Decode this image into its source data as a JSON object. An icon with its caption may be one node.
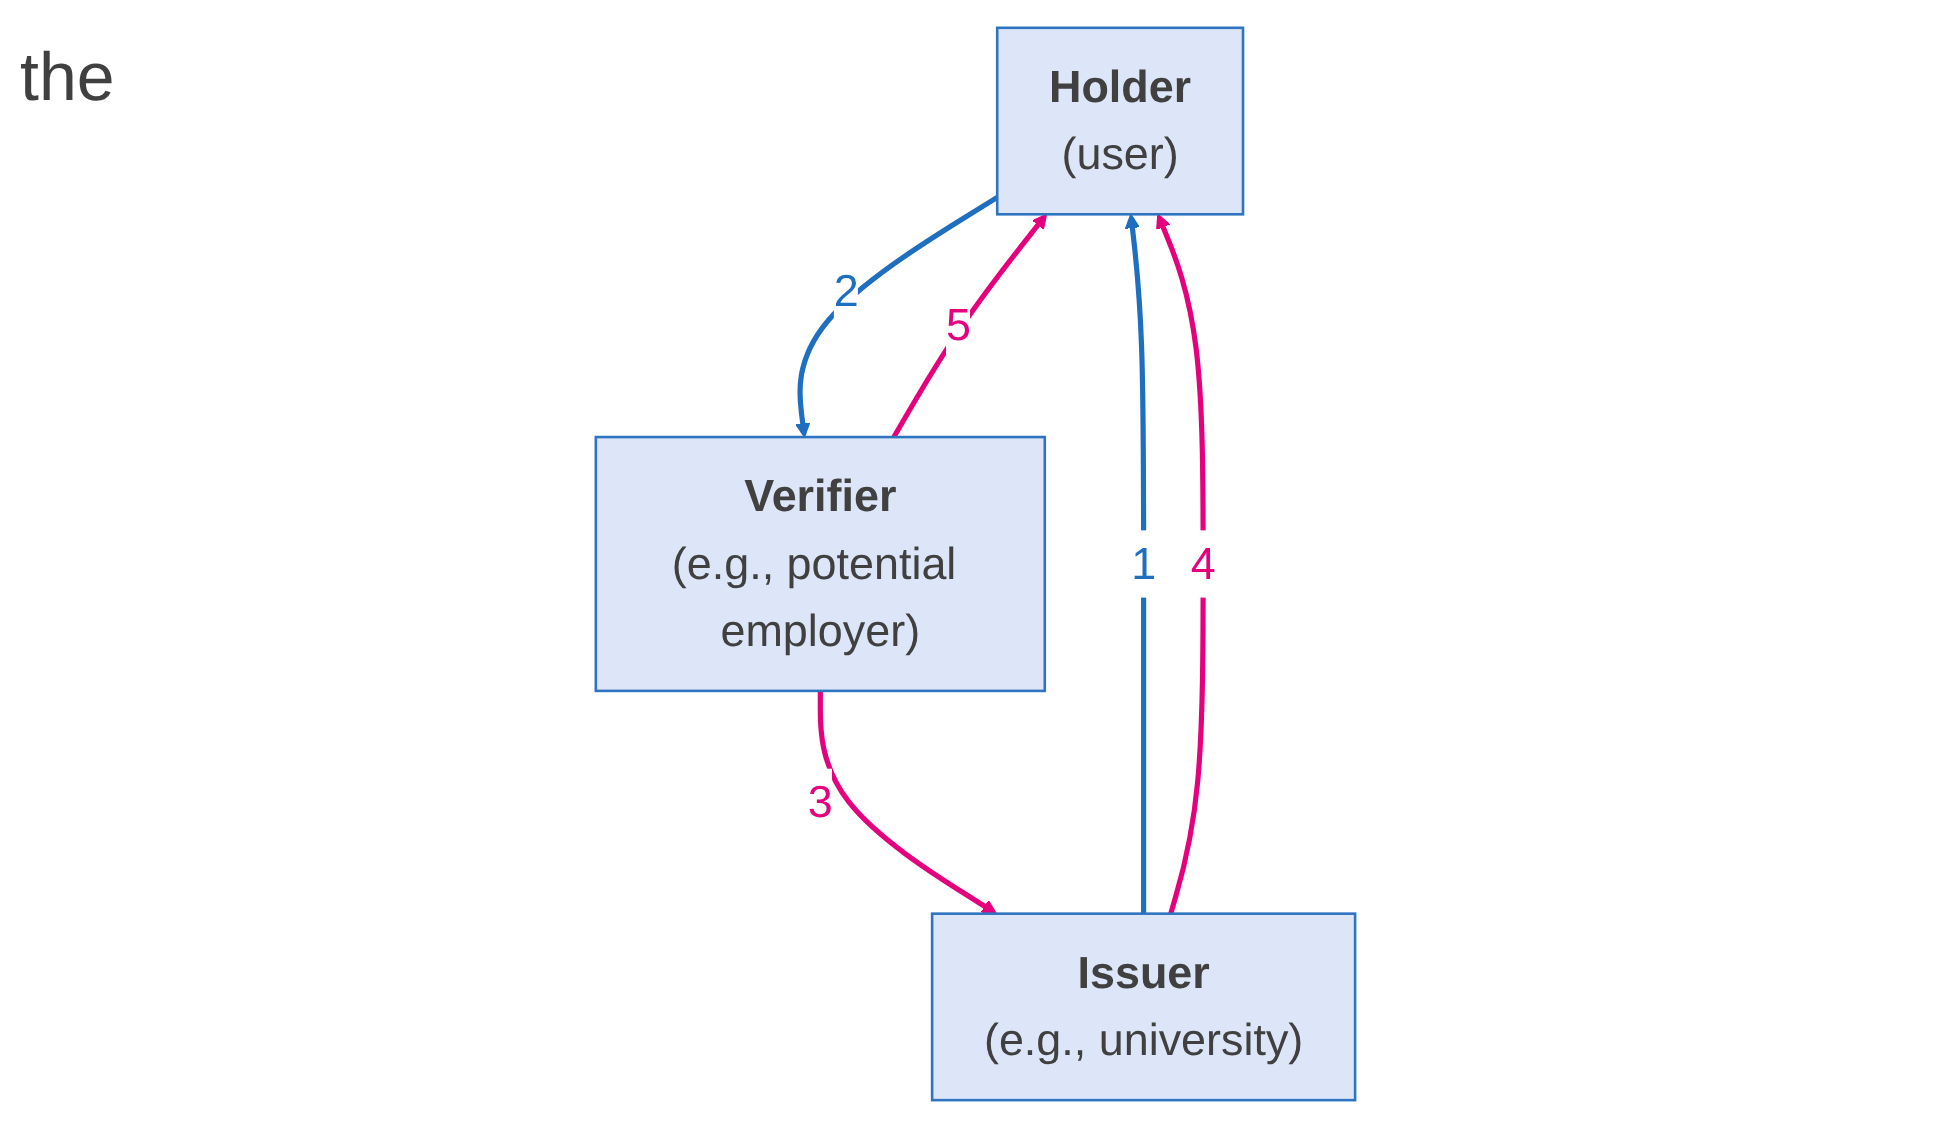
{
  "diagram": {
    "nodes": [
      {
        "text": [
          "Holder",
          "(user)"
        ]
      },
      {
        "text": [
          "Issuer",
          "(e.g., university)"
        ]
      },
      {
        "text": [
          "Verifier",
          "(e.g., potential employer)"
        ]
      }
    ],
    "edges": [
      {
        "from": 1,
        "to": 0,
        "arrow": "to",
        "label": "1",
        "color": "#1f6fc0"
      },
      {
        "from": 0,
        "to": 2,
        "arrow": "to",
        "label": "2",
        "color": "#1f6fc0"
      },
      {
        "from": 2,
        "to": 1,
        "arrow": "to",
        "label": "3",
        "color": "#e5007d"
      },
      {
        "from": 1,
        "to": 0,
        "arrow": "to",
        "label": "4",
        "color": "#e5007d"
      },
      {
        "from": 2,
        "to": 0,
        "arrow": "to",
        "label": "5",
        "color": "#e5007d"
      }
    ],
    "labels": [
      "the"
    ]
  }
}
